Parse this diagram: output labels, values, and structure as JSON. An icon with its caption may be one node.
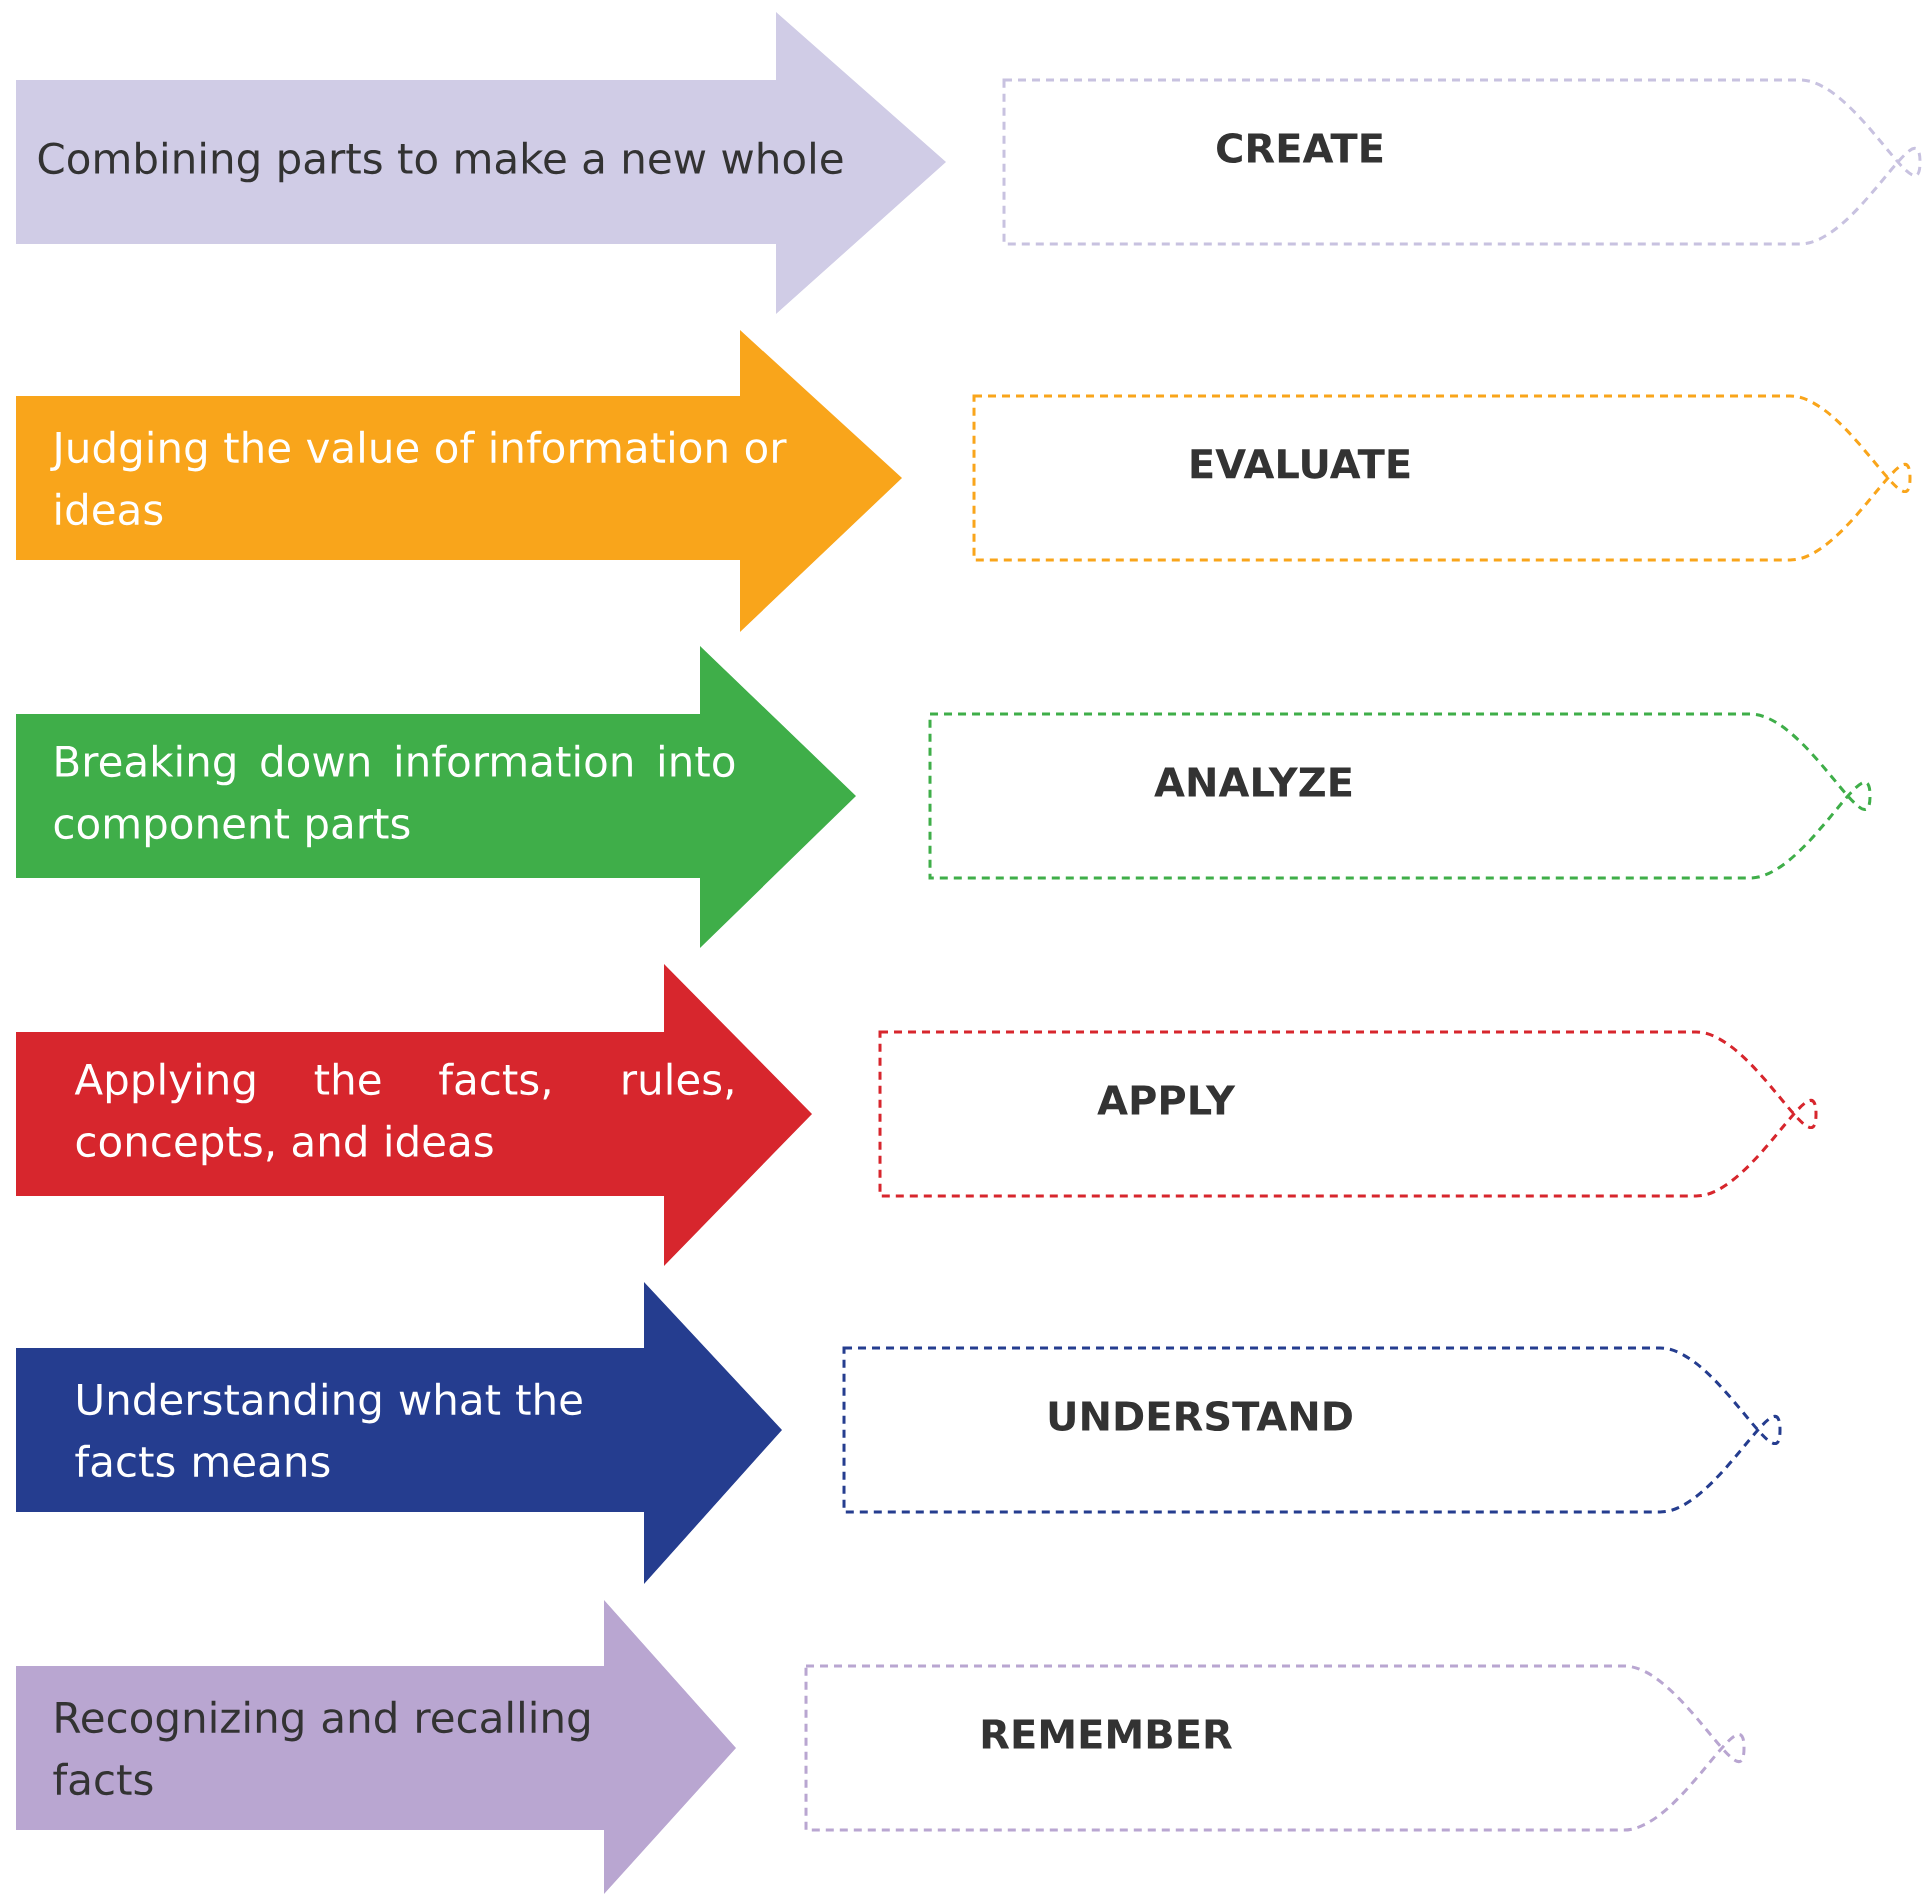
{
  "diagram": {
    "nodes": [
      {
        "text": [
          "Combining parts to make a new whole"
        ]
      },
      {
        "text": [
          "CREATE"
        ]
      },
      {
        "text": [
          "Judging the value of information or ideas"
        ]
      },
      {
        "text": [
          "EVALUATE"
        ]
      },
      {
        "text": [
          "Breaking down information into component parts"
        ]
      },
      {
        "text": [
          "ANALYZE"
        ]
      },
      {
        "text": [
          "Applying the facts, rules, concepts, and ideas"
        ]
      },
      {
        "text": [
          "APPLY"
        ]
      },
      {
        "text": [
          "Understanding what the facts means"
        ]
      },
      {
        "text": [
          "UNDERSTAND"
        ]
      },
      {
        "text": [
          "Recognizing and recalling facts"
        ]
      },
      {
        "text": [
          "REMEMBER"
        ]
      }
    ]
  }
}
